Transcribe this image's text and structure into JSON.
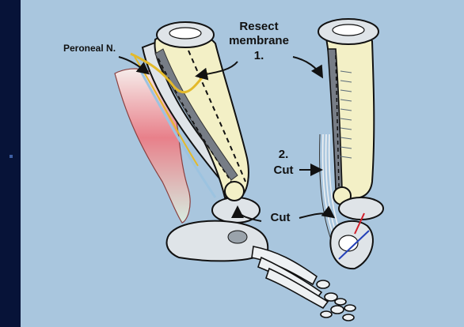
{
  "labels": {
    "peroneal": "Peroneal N.",
    "resect_line1": "Resect",
    "resect_line2": "membrane",
    "step1": "1.",
    "step2": "2.",
    "cut1": "Cut",
    "cut2": "Cut"
  },
  "colors": {
    "background": "#a9c6de",
    "frame": "#0b1a4a",
    "bone": "#f3f0c6",
    "nerve": "#e3b92b",
    "muscle": "#e8808a",
    "membrane": "#777d86"
  }
}
